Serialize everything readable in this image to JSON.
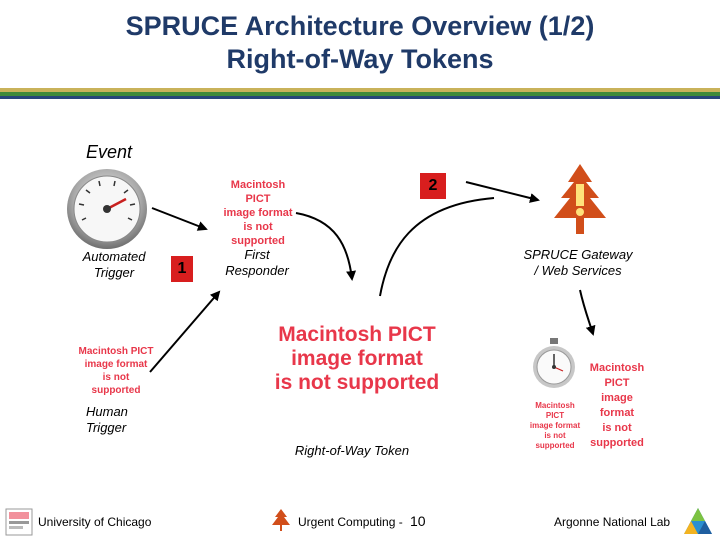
{
  "title": {
    "line1": "SPRUCE Architecture Overview (1/2)",
    "line2": "Right-of-Way Tokens"
  },
  "labels": {
    "event": "Event",
    "automated_trigger": "Automated\nTrigger",
    "human_trigger": "Human\nTrigger",
    "first_responder": "First\nResponder",
    "gateway": "SPRUCE Gateway\n/ Web Services",
    "token": "Right-of-Way Token"
  },
  "step_numbers": {
    "one": "1",
    "two": "2"
  },
  "pict_placeholder": {
    "line1": "Macintosh PICT",
    "line2": "image format",
    "line3": "is not supported"
  },
  "footer": {
    "left": "University of Chicago",
    "center": "Urgent Computing -",
    "page": "10",
    "right": "Argonne National Lab"
  },
  "colors": {
    "title": "#1f3a68",
    "rule_gold": "#c9b25a",
    "rule_green": "#3f8a3a",
    "rule_blue": "#27457a",
    "pict_text": "#e8374a",
    "step_badge": "#d81e1e",
    "gateway_tree": "#d14e1a"
  },
  "icons": [
    "gauge-icon",
    "stopwatch-icon",
    "spruce-tree-icon",
    "argonne-logo-icon",
    "uchicago-logo-icon"
  ]
}
